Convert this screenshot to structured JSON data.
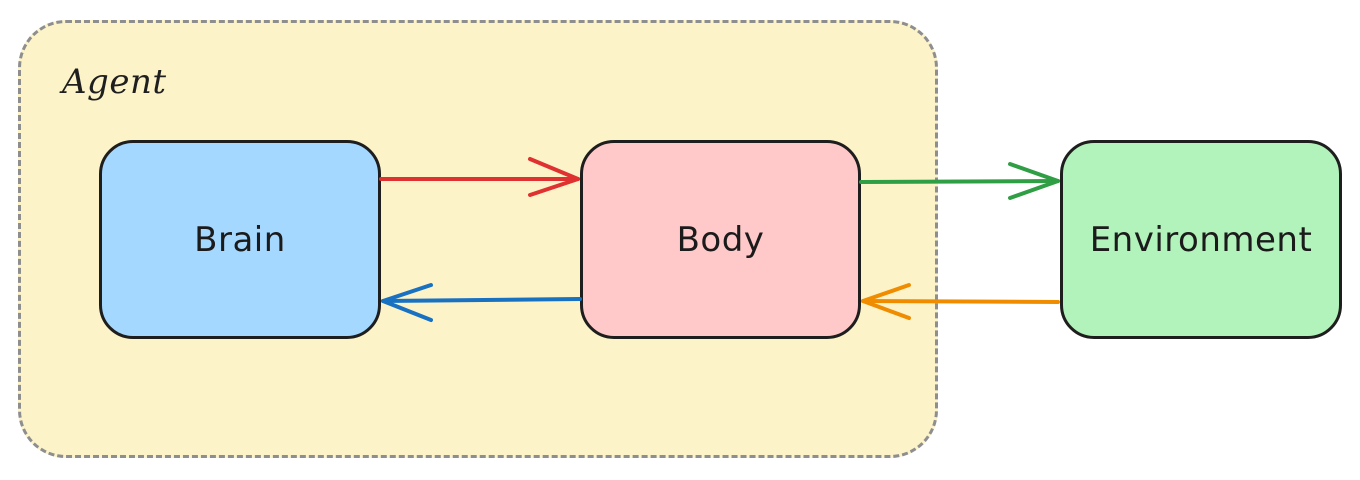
{
  "diagram": {
    "group": {
      "label": "Agent",
      "fill_color": "#fcf3c9",
      "border_color": "#8e8e8e"
    },
    "nodes": {
      "brain": {
        "label": "Brain",
        "fill_color": "#a5d8ff"
      },
      "body": {
        "label": "Body",
        "fill_color": "#ffc9c9"
      },
      "environment": {
        "label": "Environment",
        "fill_color": "#b2f2bb"
      }
    },
    "edges": [
      {
        "from": "Brain",
        "to": "Body",
        "color": "#e03131"
      },
      {
        "from": "Body",
        "to": "Brain",
        "color": "#1971c2"
      },
      {
        "from": "Body",
        "to": "Environment",
        "color": "#2f9e44"
      },
      {
        "from": "Environment",
        "to": "Body",
        "color": "#f08c00"
      }
    ]
  }
}
